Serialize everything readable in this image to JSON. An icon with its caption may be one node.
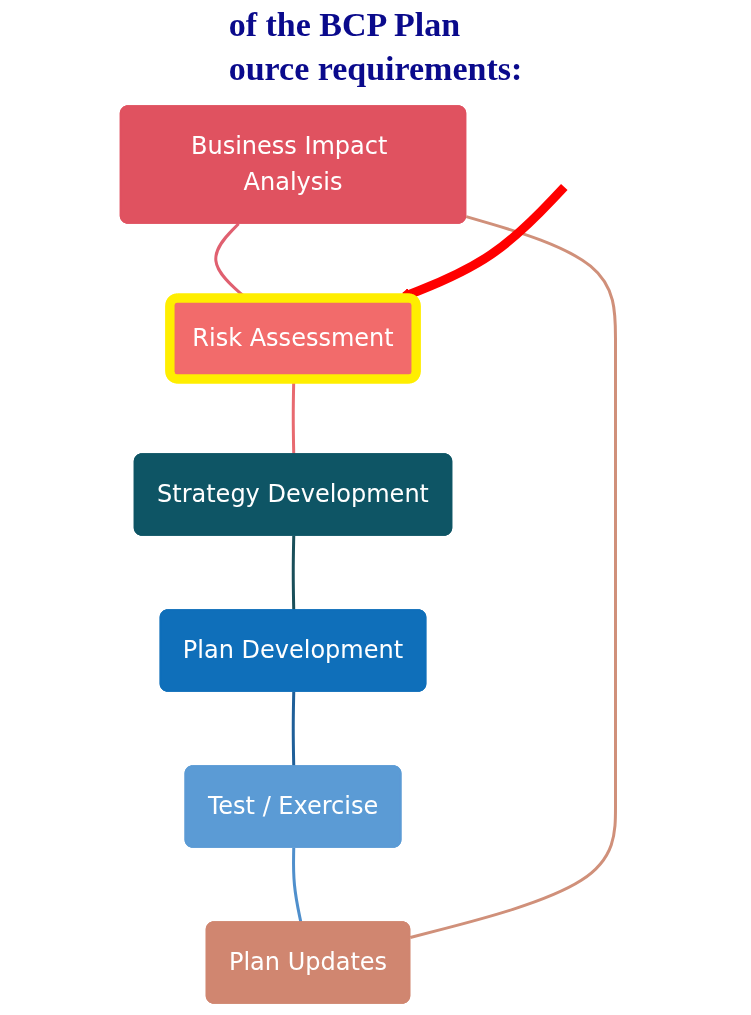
{
  "diagram": {
    "nodes": [
      {
        "text": [
          "Business Impact Analysis"
        ]
      },
      {
        "text": [
          "Risk Assessment"
        ]
      },
      {
        "text": [
          "Strategy Development"
        ]
      },
      {
        "text": [
          "Plan Development"
        ]
      },
      {
        "text": [
          "Test / Exercise"
        ]
      },
      {
        "text": [
          "Plan Updates"
        ]
      }
    ],
    "edges": [
      {
        "from": 0,
        "to": 1,
        "arrow": "none",
        "color": "#e06070"
      },
      {
        "from": 1,
        "to": 2,
        "arrow": "none",
        "color": "#e86a70"
      },
      {
        "from": 2,
        "to": 3,
        "arrow": "none",
        "color": "#1a4f5a"
      },
      {
        "from": 3,
        "to": 4,
        "arrow": "none",
        "color": "#1f5f99"
      },
      {
        "from": 4,
        "to": 5,
        "arrow": "none",
        "color": "#4f8fcc"
      },
      {
        "from": 5,
        "to": 0,
        "arrow": "none",
        "color": "#d0907a"
      },
      {
        "from": null,
        "to": 1,
        "arrow": "to",
        "style": "thick",
        "color": "#ff0000"
      }
    ],
    "labels": [
      "of the BCP Plan",
      "ource requirements:"
    ]
  }
}
